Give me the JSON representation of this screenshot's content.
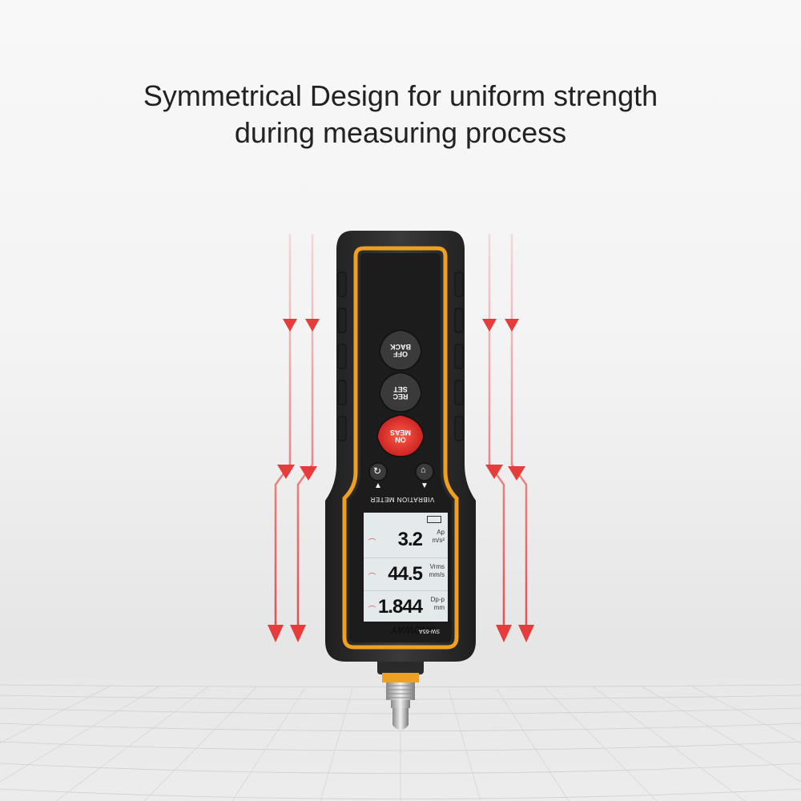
{
  "headline": {
    "line1": "Symmetrical Design for uniform strength",
    "line2": "during measuring process"
  },
  "device": {
    "label": "VIBRATION METER",
    "brand": "SNDWAY",
    "model": "SW-65A",
    "buttons": {
      "top": "OFF\nBACK",
      "middle": "REC\nSET",
      "power": "ON\nMEAS"
    },
    "display": {
      "rows": [
        {
          "value": "3.2",
          "unit_top": "Ap",
          "unit_bottom": "m/s²"
        },
        {
          "value": "44.5",
          "unit_top": "Vrms",
          "unit_bottom": "mm/s"
        },
        {
          "value": "1.844",
          "unit_top": "Dp-p",
          "unit_bottom": "mm"
        }
      ]
    }
  },
  "colors": {
    "arrow": "#e63c3c",
    "body": "#2b2b2b",
    "accent": "#f0a020"
  }
}
